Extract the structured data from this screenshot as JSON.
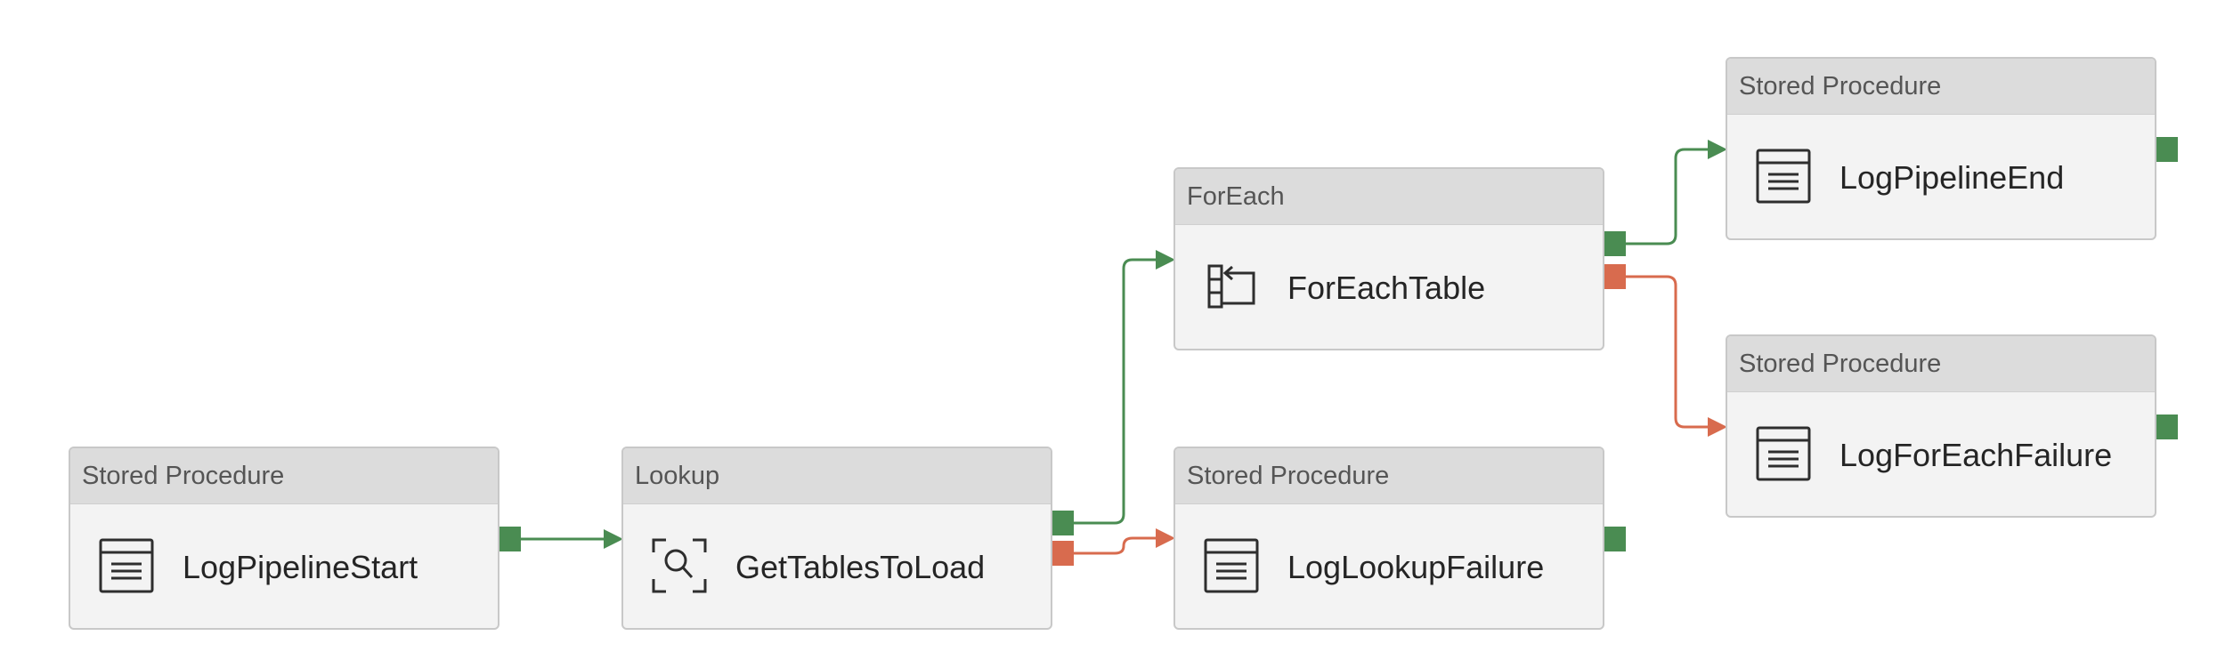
{
  "colors": {
    "success": "#4a8c52",
    "failure": "#d86b4e"
  },
  "activities": [
    {
      "id": "logPipelineStart",
      "type": "Stored Procedure",
      "name": "LogPipelineStart",
      "icon": "stored-procedure-icon"
    },
    {
      "id": "getTablesToLoad",
      "type": "Lookup",
      "name": "GetTablesToLoad",
      "icon": "lookup-icon"
    },
    {
      "id": "logLookupFailure",
      "type": "Stored Procedure",
      "name": "LogLookupFailure",
      "icon": "stored-procedure-icon"
    },
    {
      "id": "forEachTable",
      "type": "ForEach",
      "name": "ForEachTable",
      "icon": "foreach-icon"
    },
    {
      "id": "logPipelineEnd",
      "type": "Stored Procedure",
      "name": "LogPipelineEnd",
      "icon": "stored-procedure-icon"
    },
    {
      "id": "logForEachFailure",
      "type": "Stored Procedure",
      "name": "LogForEachFailure",
      "icon": "stored-procedure-icon"
    }
  ],
  "dependencies": [
    {
      "from": "LogPipelineStart",
      "to": "GetTablesToLoad",
      "condition": "Succeeded"
    },
    {
      "from": "GetTablesToLoad",
      "to": "ForEachTable",
      "condition": "Succeeded"
    },
    {
      "from": "GetTablesToLoad",
      "to": "LogLookupFailure",
      "condition": "Failed"
    },
    {
      "from": "ForEachTable",
      "to": "LogPipelineEnd",
      "condition": "Succeeded"
    },
    {
      "from": "ForEachTable",
      "to": "LogForEachFailure",
      "condition": "Failed"
    }
  ]
}
